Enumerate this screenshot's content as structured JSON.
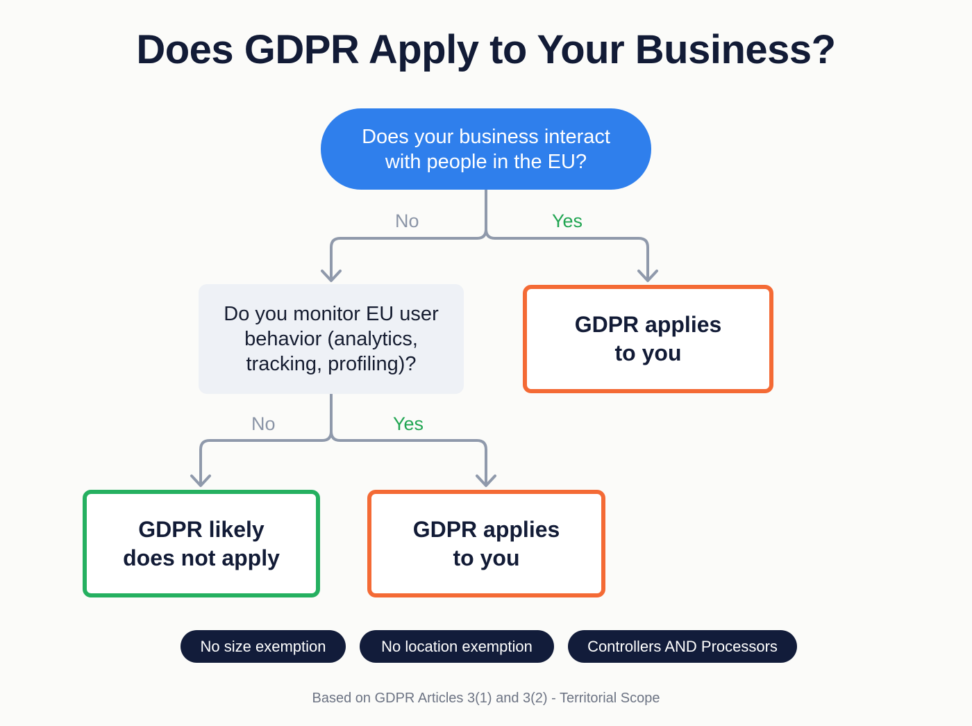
{
  "title": "Does GDPR Apply to Your Business?",
  "colors": {
    "background": "#fbfbf9",
    "title": "#121b36",
    "start_node": "#2f7fec",
    "question_node": "#eef1f6",
    "applies_border": "#f46a35",
    "not_apply_border": "#25b060",
    "connector": "#8f99ab",
    "no_label": "#8a94a6",
    "yes_label": "#21a552",
    "tag_background": "#121c3a",
    "footnote": "#6c7383"
  },
  "flowchart": {
    "start": {
      "line1": "Does your business interact",
      "line2": "with people in the EU?"
    },
    "branch1": {
      "no_label": "No",
      "yes_label": "Yes"
    },
    "question2": {
      "line1": "Do you monitor EU user",
      "line2": "behavior (analytics,",
      "line3": "tracking, profiling)?"
    },
    "branch2": {
      "no_label": "No",
      "yes_label": "Yes"
    },
    "result_yes_top": {
      "line1": "GDPR applies",
      "line2": "to you"
    },
    "result_no": {
      "line1": "GDPR likely",
      "line2": "does not apply"
    },
    "result_yes_bottom": {
      "line1": "GDPR applies",
      "line2": "to you"
    }
  },
  "tags": [
    "No size exemption",
    "No location exemption",
    "Controllers AND Processors"
  ],
  "footnote": "Based on GDPR Articles 3(1) and 3(2) - Territorial Scope"
}
